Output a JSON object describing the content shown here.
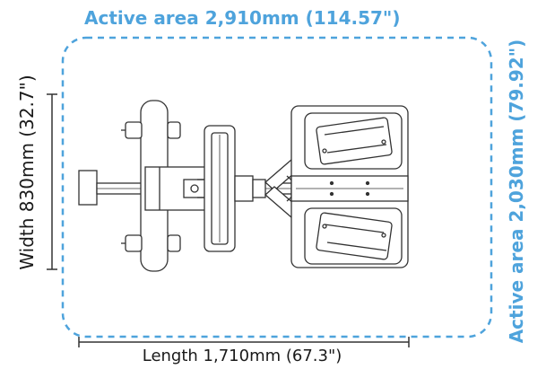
{
  "labels": {
    "active_area_length": "Active area 2,910mm (114.57\")",
    "active_area_width": "Active area 2,030mm (79.92\")",
    "width": "Width 830mm (32.7\")",
    "length": "Length 1,710mm (67.3\")"
  },
  "colors": {
    "accent": "#4ea3dc",
    "line": "#333333"
  }
}
